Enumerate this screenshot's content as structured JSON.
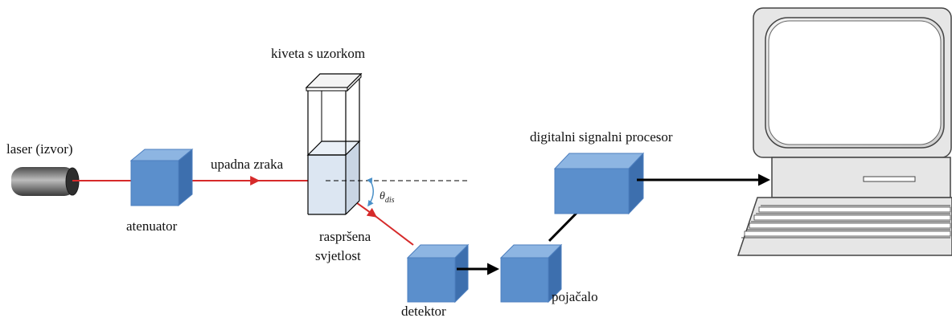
{
  "labels": {
    "laser": "laser (izvor)",
    "attenuator": "atenuator",
    "incident_beam": "upadna zraka",
    "cuvette": "kiveta s uzorkom",
    "scattered_1": "raspršena",
    "scattered_2": "svjetlost",
    "detector": "detektor",
    "amplifier": "pojačalo",
    "dsp": "digitalni signalni procesor",
    "angle_symbol": "θ",
    "angle_sub": "dis"
  },
  "colors": {
    "beam": "#d62a2a",
    "signal_arrow": "#000000",
    "cube_front": "#5b8fcc",
    "cube_top": "#8db5e2",
    "cube_side": "#3d6fae",
    "computer_body": "#e6e6e6",
    "computer_outline": "#444444",
    "angle_arc": "#4a90c8"
  }
}
